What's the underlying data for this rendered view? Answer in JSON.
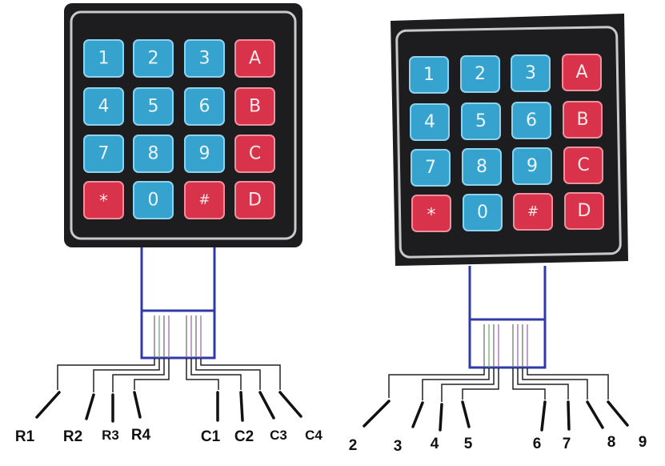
{
  "colors": {
    "panel": "#1d1d1f",
    "panel_border": "#c9c9c9",
    "key_blue": "#36a3cf",
    "key_red": "#d8334a",
    "ribbon": "#2f3aa8",
    "wire": "#222222"
  },
  "keypads": [
    {
      "keys": [
        [
          "1",
          "2",
          "3",
          "A"
        ],
        [
          "4",
          "5",
          "6",
          "B"
        ],
        [
          "7",
          "8",
          "9",
          "C"
        ],
        [
          "*",
          "0",
          "#",
          "D"
        ]
      ],
      "pins": [
        "R1",
        "R2",
        "R3",
        "R4",
        "C1",
        "C2",
        "C3",
        "C4"
      ]
    },
    {
      "keys": [
        [
          "1",
          "2",
          "3",
          "A"
        ],
        [
          "4",
          "5",
          "6",
          "B"
        ],
        [
          "7",
          "8",
          "9",
          "C"
        ],
        [
          "*",
          "0",
          "#",
          "D"
        ]
      ],
      "pins": [
        "2",
        "3",
        "4",
        "5",
        "6",
        "7",
        "8",
        "9"
      ]
    }
  ]
}
